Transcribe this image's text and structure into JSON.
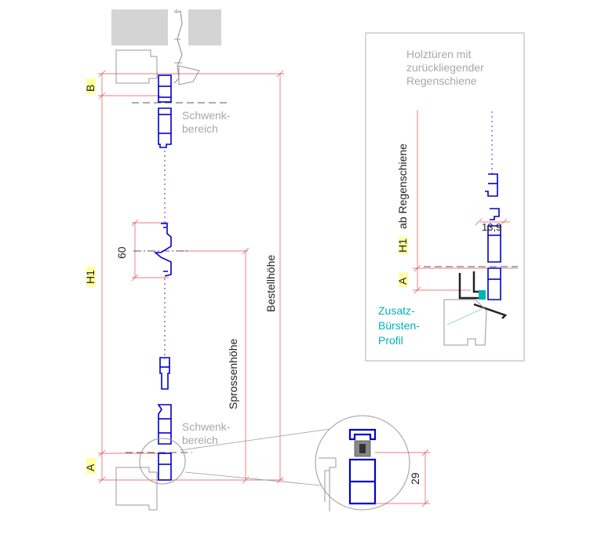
{
  "colors": {
    "dim_line": "#e05050",
    "profile_blue": "#0000cc",
    "gray_fill": "#d4d4d4",
    "gray_line": "#9a9a9a",
    "gray_text": "#a8a8a8",
    "highlight": "#ffffa0",
    "teal": "#00b4b4",
    "dark": "#222222"
  },
  "labels": {
    "schwenk_top": [
      "Schwenk-",
      "bereich"
    ],
    "schwenk_bottom": [
      "Schwenk-",
      "bereich"
    ],
    "dim_b": "B",
    "dim_h1": "H1",
    "dim_a": "A",
    "dim_60": "60",
    "sprossenhoehe": "Sprossenhöhe",
    "bestellhoehe": "Bestellhöhe",
    "dim_29": "29"
  },
  "inset": {
    "title": [
      "Holztüren mit",
      "zurückliegender",
      "Regenschiene"
    ],
    "h1": "H1",
    "h1_suffix": "ab Regenschiene",
    "dim_a": "A",
    "dim_13_9": "13,9",
    "zusatz": [
      "Zusatz-",
      "Bürsten-",
      "Profil"
    ]
  }
}
